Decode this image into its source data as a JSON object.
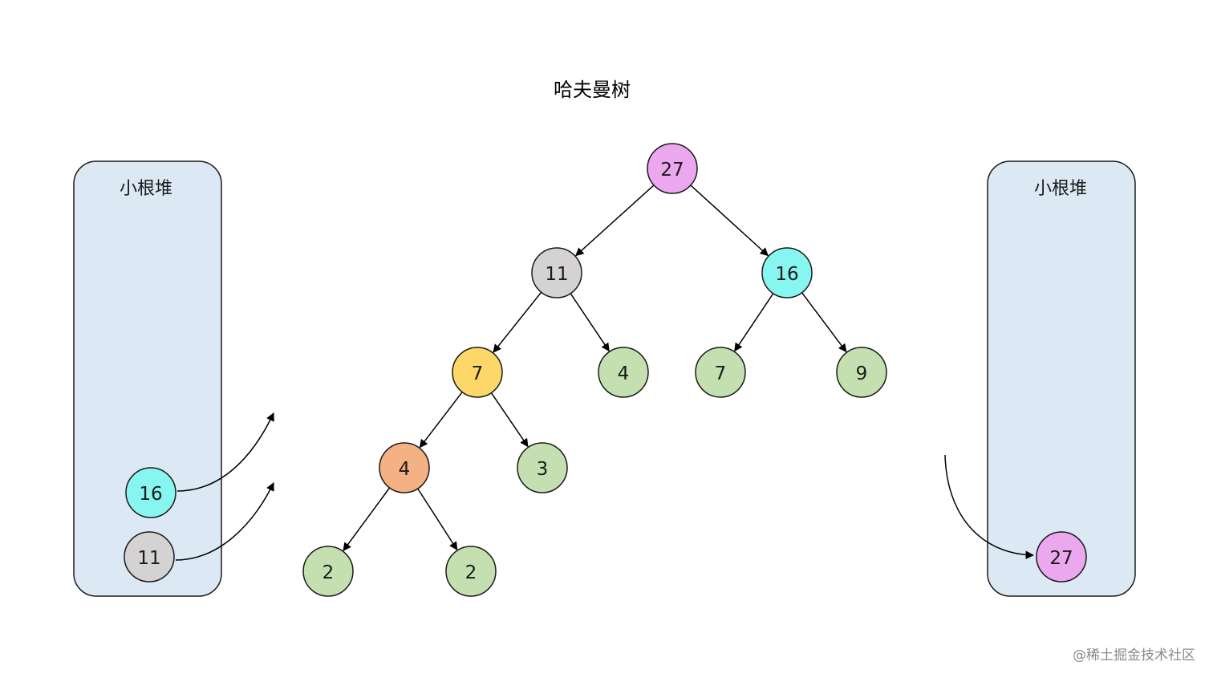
{
  "title": "哈夫曼树",
  "left_heap": {
    "label": "小根堆",
    "items": [
      {
        "value": "16",
        "color": "#87f5f0"
      },
      {
        "value": "11",
        "color": "#d4d2d2"
      }
    ]
  },
  "right_heap": {
    "label": "小根堆",
    "items": [
      {
        "value": "27",
        "color": "#eca8ef"
      }
    ]
  },
  "tree": {
    "nodes": [
      {
        "id": "n27",
        "value": "27",
        "color": "#eca8ef"
      },
      {
        "id": "n11",
        "value": "11",
        "color": "#d4d2d2"
      },
      {
        "id": "n16",
        "value": "16",
        "color": "#87f5f0"
      },
      {
        "id": "n7a",
        "value": "7",
        "color": "#fdd768"
      },
      {
        "id": "n4a",
        "value": "4",
        "color": "#c5e0b0"
      },
      {
        "id": "n7b",
        "value": "7",
        "color": "#c5e0b0"
      },
      {
        "id": "n9",
        "value": "9",
        "color": "#c5e0b0"
      },
      {
        "id": "n4b",
        "value": "4",
        "color": "#f4b183"
      },
      {
        "id": "n3",
        "value": "3",
        "color": "#c5e0b0"
      },
      {
        "id": "n2a",
        "value": "2",
        "color": "#c5e0b0"
      },
      {
        "id": "n2b",
        "value": "2",
        "color": "#c5e0b0"
      }
    ],
    "edges": [
      {
        "from": "n27",
        "to": "n11"
      },
      {
        "from": "n27",
        "to": "n16"
      },
      {
        "from": "n11",
        "to": "n7a"
      },
      {
        "from": "n11",
        "to": "n4a"
      },
      {
        "from": "n16",
        "to": "n7b"
      },
      {
        "from": "n16",
        "to": "n9"
      },
      {
        "from": "n7a",
        "to": "n4b"
      },
      {
        "from": "n7a",
        "to": "n3"
      },
      {
        "from": "n4b",
        "to": "n2a"
      },
      {
        "from": "n4b",
        "to": "n2b"
      }
    ]
  },
  "watermark": "@稀土掘金技术社区",
  "colors": {
    "heap_fill": "#dde8f5",
    "heap_stroke": "#1a1a1a",
    "node_stroke": "#1a1a1a",
    "edge": "#000000"
  }
}
